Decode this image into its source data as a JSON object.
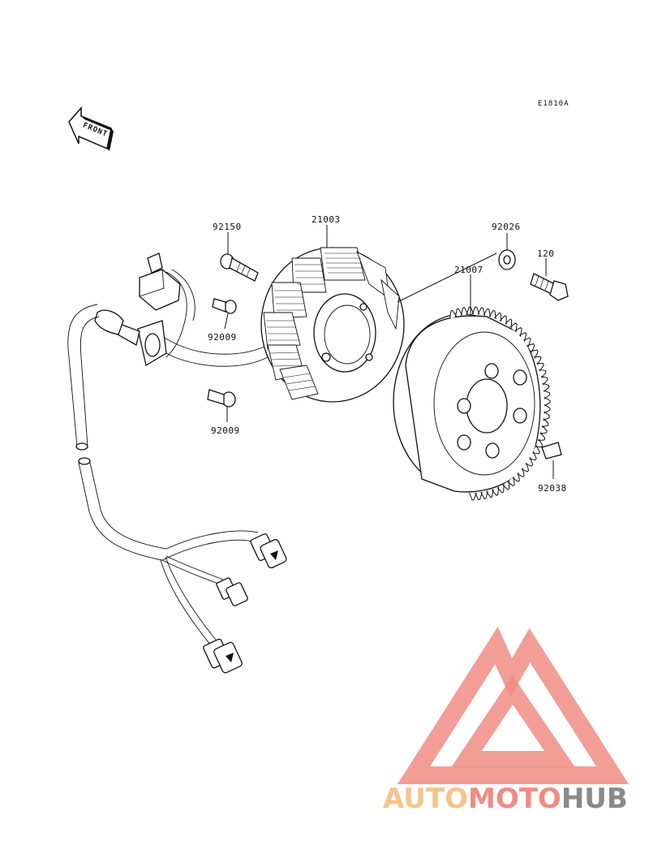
{
  "diagram_code": "E1810A",
  "front_arrow_label": "FRONT",
  "parts": {
    "p92150": "92150",
    "p21003": "21003",
    "p92026": "92026",
    "p120": "120",
    "p21007": "21007",
    "p92009a": "92009",
    "p92009b": "92009",
    "p92038": "92038"
  },
  "watermark": {
    "part1": "AUTO",
    "part2": "MOTO",
    "part3": "HUB",
    "color_triangle": "#f08c84",
    "color_auto": "#f5c48a",
    "color_moto": "#f08c84",
    "color_hub": "#8a8a8a"
  }
}
